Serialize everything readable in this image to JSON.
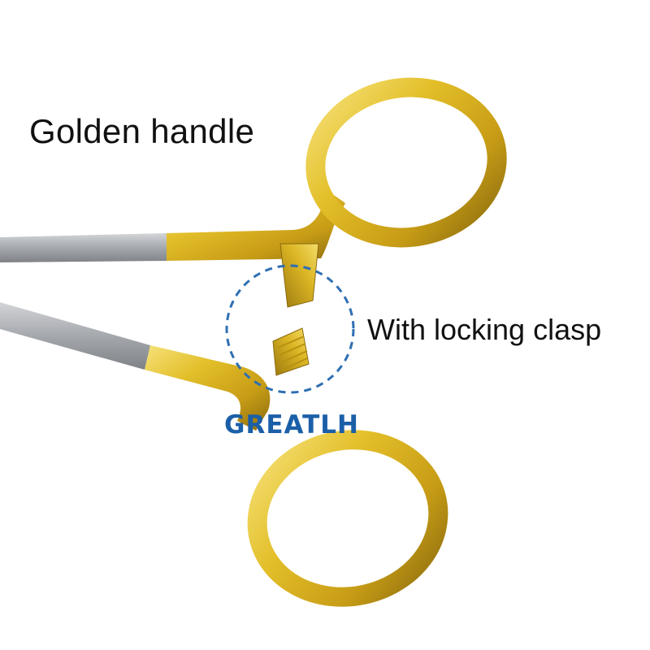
{
  "labels": {
    "handle": "Golden handle",
    "clasp": "With locking clasp"
  },
  "brand": {
    "text": "GREATLH",
    "color": "#1b5fa8"
  },
  "colors": {
    "gold": "#e3bf2a",
    "gold_dark": "#a9871a",
    "steel": "#a9acb1",
    "steel_dark": "#85888d",
    "dashed_circle": "#2e6fb2"
  }
}
